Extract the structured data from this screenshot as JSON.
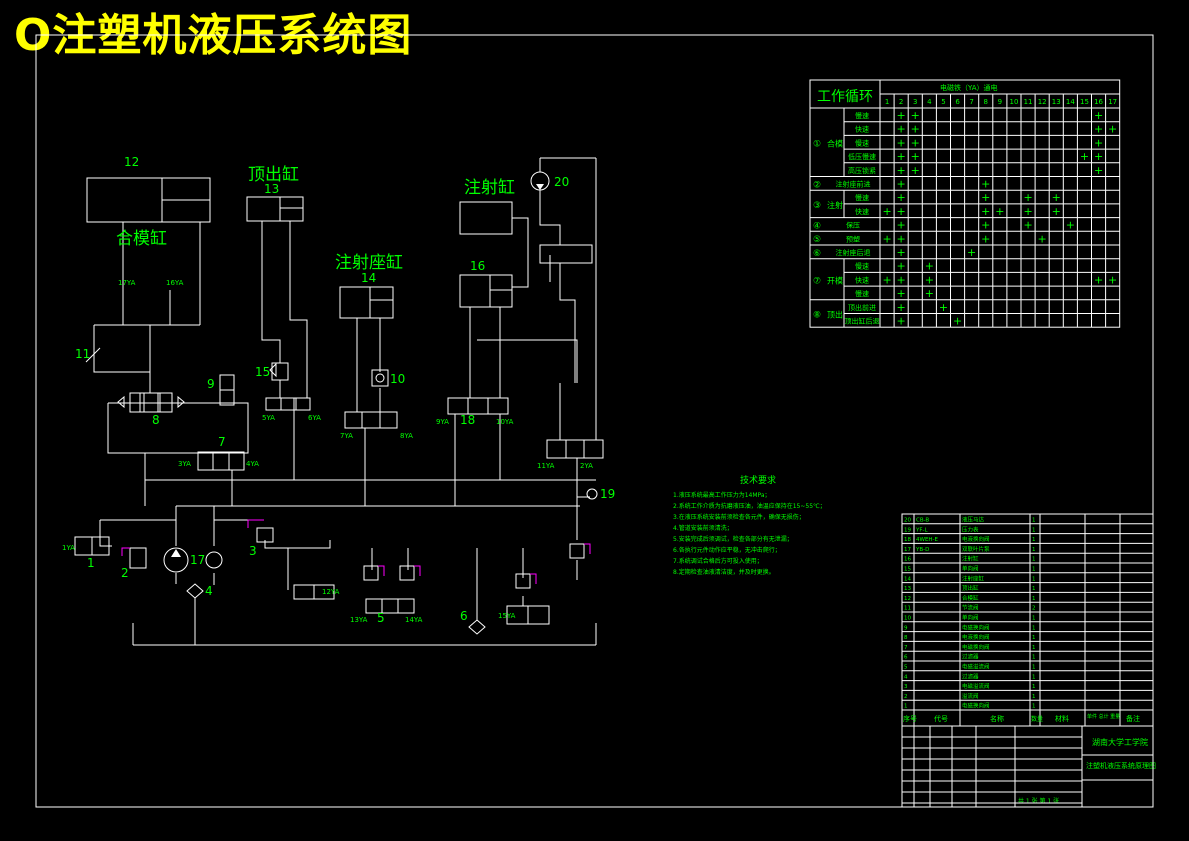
{
  "title": "O注塑机液压系统图",
  "cylinders": {
    "clamp": {
      "num": "12",
      "label": "合模缸"
    },
    "ejector": {
      "num": "13",
      "label": "顶出缸"
    },
    "carriage": {
      "num": "14",
      "label": "注射座缸"
    },
    "injection": {
      "num": "16",
      "label": "注射缸"
    }
  },
  "components": {
    "n1": "1",
    "n2": "2",
    "n3": "3",
    "n4": "4",
    "n5": "5",
    "n6": "6",
    "n7": "7",
    "n8": "8",
    "n9": "9",
    "n10": "10",
    "n11": "11",
    "n15": "15",
    "n17": "17",
    "n18": "18",
    "n19": "19",
    "n20": "20"
  },
  "solenoids": {
    "y1": "1YA",
    "y2": "2YA",
    "y3": "3YA",
    "y4": "4YA",
    "y5": "5YA",
    "y6": "6YA",
    "y7": "7YA",
    "y8": "8YA",
    "y9": "9YA",
    "y10": "10YA",
    "y11": "11YA",
    "y12": "12YA",
    "y13": "13YA",
    "y14": "14YA",
    "y15": "15YA",
    "y16": "16YA",
    "y17": "17YA"
  },
  "cycle_table": {
    "header_left": "工作循环",
    "header_right": "电磁铁（YA）通电",
    "columns": [
      "1",
      "2",
      "3",
      "4",
      "5",
      "6",
      "7",
      "8",
      "9",
      "10",
      "11",
      "12",
      "13",
      "14",
      "15",
      "16",
      "17"
    ],
    "groups": [
      {
        "no": "①",
        "name": "合模",
        "rows": [
          {
            "label": "慢速",
            "marks": [
              2,
              3,
              16
            ]
          },
          {
            "label": "快速",
            "marks": [
              2,
              3,
              16,
              17
            ]
          },
          {
            "label": "慢速",
            "marks": [
              2,
              3,
              16
            ]
          },
          {
            "label": "低压慢速",
            "marks": [
              2,
              3,
              15,
              16
            ]
          },
          {
            "label": "高压锁紧",
            "marks": [
              2,
              3,
              16
            ]
          }
        ]
      },
      {
        "no": "②",
        "name": "",
        "rows": [
          {
            "label": "注射座前进",
            "marks": [
              2,
              8
            ]
          }
        ]
      },
      {
        "no": "③",
        "name": "注射",
        "rows": [
          {
            "label": "慢速",
            "marks": [
              2,
              8,
              11,
              13
            ]
          },
          {
            "label": "快速",
            "marks": [
              1,
              2,
              8,
              9,
              11,
              13
            ]
          }
        ]
      },
      {
        "no": "④",
        "name": "",
        "rows": [
          {
            "label": "保压",
            "marks": [
              2,
              8,
              11,
              14
            ]
          }
        ]
      },
      {
        "no": "⑤",
        "name": "",
        "rows": [
          {
            "label": "预塑",
            "marks": [
              1,
              2,
              8,
              12
            ]
          }
        ]
      },
      {
        "no": "⑥",
        "name": "",
        "rows": [
          {
            "label": "注射座后退",
            "marks": [
              2,
              7
            ]
          }
        ]
      },
      {
        "no": "⑦",
        "name": "开模",
        "rows": [
          {
            "label": "慢速",
            "marks": [
              2,
              4
            ]
          },
          {
            "label": "快速",
            "marks": [
              1,
              2,
              4,
              16,
              17
            ]
          },
          {
            "label": "慢速",
            "marks": [
              2,
              4
            ]
          }
        ]
      },
      {
        "no": "⑧",
        "name": "顶出",
        "rows": [
          {
            "label": "顶出前进",
            "marks": [
              2,
              5
            ]
          },
          {
            "label": "顶出缸后退",
            "marks": [
              2,
              6
            ]
          }
        ]
      }
    ]
  },
  "tech_req": {
    "title": "技术要求",
    "items": [
      "1.液压系统最高工作压力为14MPa；",
      "2.系统工作介质为抗磨液压油，油温应保持在15~55℃；",
      "3.在液压系统安装前须检查各元件，确保无损伤；",
      "4.管道安装前须清洗；",
      "5.安装完成后须调试，检查各部分有无泄漏；",
      "6.各执行元件动作应平稳，无冲击爬行；",
      "7.系统调试合格后方可投入使用；",
      "8.定期检查油液清洁度，并及时更换。"
    ]
  },
  "bom": {
    "rows": [
      {
        "no": "20",
        "code": "CB-B",
        "name": "液压马达",
        "qty": "1"
      },
      {
        "no": "19",
        "code": "YF-L",
        "name": "压力表",
        "qty": "1"
      },
      {
        "no": "18",
        "code": "4WEH-E",
        "name": "电液换向阀",
        "qty": "1"
      },
      {
        "no": "17",
        "code": "YB-D",
        "name": "双联叶片泵",
        "qty": "1"
      },
      {
        "no": "16",
        "code": "",
        "name": "注射缸",
        "qty": "1"
      },
      {
        "no": "15",
        "code": "",
        "name": "单向阀",
        "qty": "1"
      },
      {
        "no": "14",
        "code": "",
        "name": "注射座缸",
        "qty": "1"
      },
      {
        "no": "13",
        "code": "",
        "name": "顶出缸",
        "qty": "1"
      },
      {
        "no": "12",
        "code": "",
        "name": "合模缸",
        "qty": "1"
      },
      {
        "no": "11",
        "code": "",
        "name": "节流阀",
        "qty": "2"
      },
      {
        "no": "10",
        "code": "",
        "name": "单向阀",
        "qty": "1"
      },
      {
        "no": "9",
        "code": "",
        "name": "电磁换向阀",
        "qty": "1"
      },
      {
        "no": "8",
        "code": "",
        "name": "电液换向阀",
        "qty": "1"
      },
      {
        "no": "7",
        "code": "",
        "name": "电磁换向阀",
        "qty": "1"
      },
      {
        "no": "6",
        "code": "",
        "name": "过滤器",
        "qty": "1"
      },
      {
        "no": "5",
        "code": "",
        "name": "电磁溢流阀",
        "qty": "1"
      },
      {
        "no": "4",
        "code": "",
        "name": "过滤器",
        "qty": "1"
      },
      {
        "no": "3",
        "code": "",
        "name": "电磁溢流阀",
        "qty": "1"
      },
      {
        "no": "2",
        "code": "",
        "name": "溢流阀",
        "qty": "1"
      },
      {
        "no": "1",
        "code": "",
        "name": "电磁换向阀",
        "qty": "1"
      }
    ],
    "header": {
      "no": "序号",
      "code": "代号",
      "name": "名称",
      "qty": "数量",
      "material": "材料",
      "weight": "单件 总计 重量",
      "remark": "备注"
    }
  },
  "title_block": {
    "school": "湖南大学工学院",
    "drawing_name": "注塑机液压系统原理图",
    "sheet": "共 1 张  第 1 张"
  },
  "colors": {
    "line": "#ffffff",
    "text": "#00ff00",
    "title": "#ffff00",
    "accent": "#ff00ff"
  }
}
